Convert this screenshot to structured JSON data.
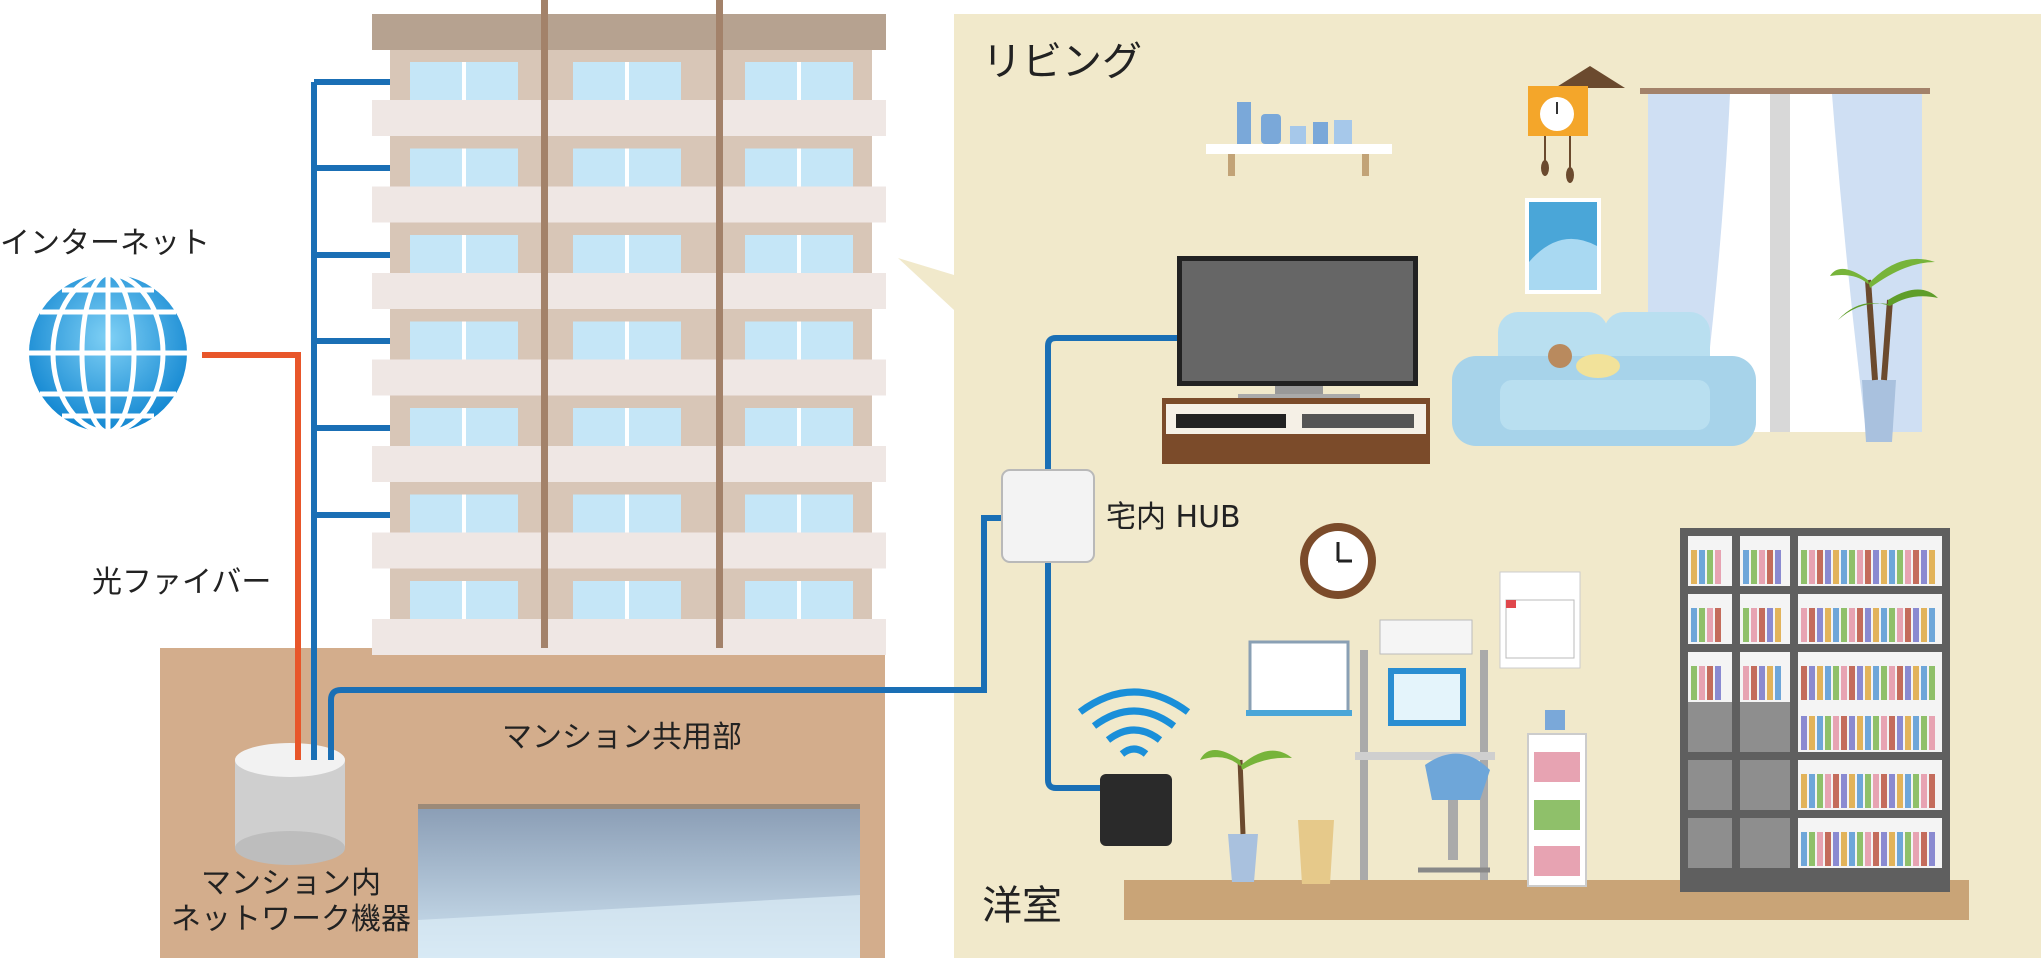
{
  "labels": {
    "internet": "インターネット",
    "fiber": "光ファイバー",
    "common_area": "マンション共用部",
    "network_device_line1": "マンション内",
    "network_device_line2": "ネットワーク機器",
    "living": "リビング",
    "hub": "宅内 HUB",
    "western_room": "洋室"
  },
  "colors": {
    "fiber_line": "#e8562a",
    "lan_line": "#1a6fb5",
    "ground": "#d3ad8c",
    "room_bg": "#f1e9cb",
    "building": "#d8c6b7",
    "window": "#c5e6f7"
  }
}
